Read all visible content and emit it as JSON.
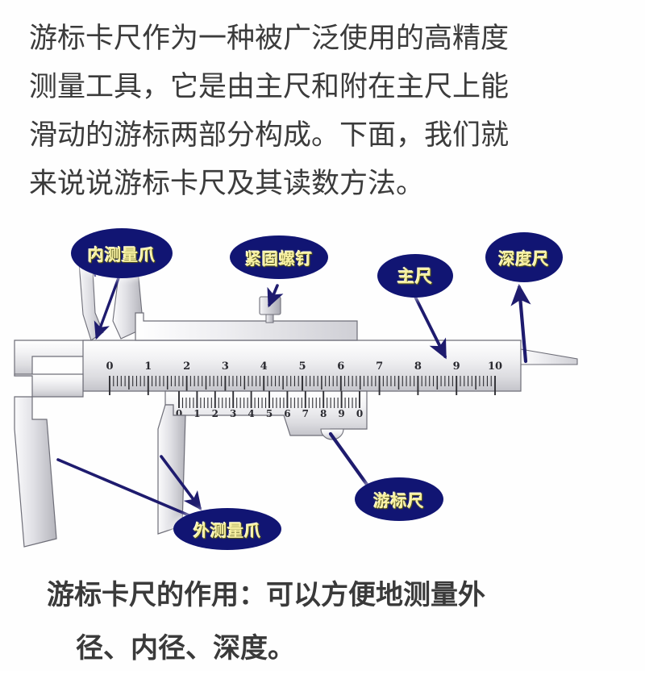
{
  "intro": {
    "lines": [
      "游标卡尺作为一种被广泛使用的高精度",
      "测量工具，它是由主尺和附在主尺上能",
      "滑动的游标两部分构成。下面，我们就",
      "来说说游标卡尺及其读数方法。"
    ]
  },
  "caption": {
    "lines": [
      "游标卡尺的作用：可以方便地测量外",
      "径、内径、深度。"
    ]
  },
  "callouts": {
    "inner_jaws": "内测量爪",
    "lock_screw": "紧固螺钉",
    "main_scale": "主尺",
    "depth_rod": "深度尺",
    "outer_jaws": "外测量爪",
    "vernier_scale": "游标尺"
  },
  "caliper": {
    "main_scale_labels": [
      "0",
      "1",
      "2",
      "3",
      "4",
      "5",
      "6",
      "7",
      "8",
      "9",
      "10"
    ],
    "vernier_scale_labels": [
      "0",
      "1",
      "2",
      "3",
      "4",
      "5",
      "6",
      "7",
      "8",
      "9",
      "0"
    ],
    "main_scale_divisions_per_unit": 10,
    "vernier_scale_divisions": 50
  },
  "colors": {
    "callout_fill": "#111573",
    "callout_text": "#f7f0a0",
    "arrow": "#1e1b6e",
    "metal_light": "#fdfdfd",
    "metal_mid": "#e3e3e6",
    "metal_dark": "#b9b9bf",
    "outline": "#6e6e78",
    "body_text": "#3b3b3b",
    "background": "#ffffff"
  }
}
